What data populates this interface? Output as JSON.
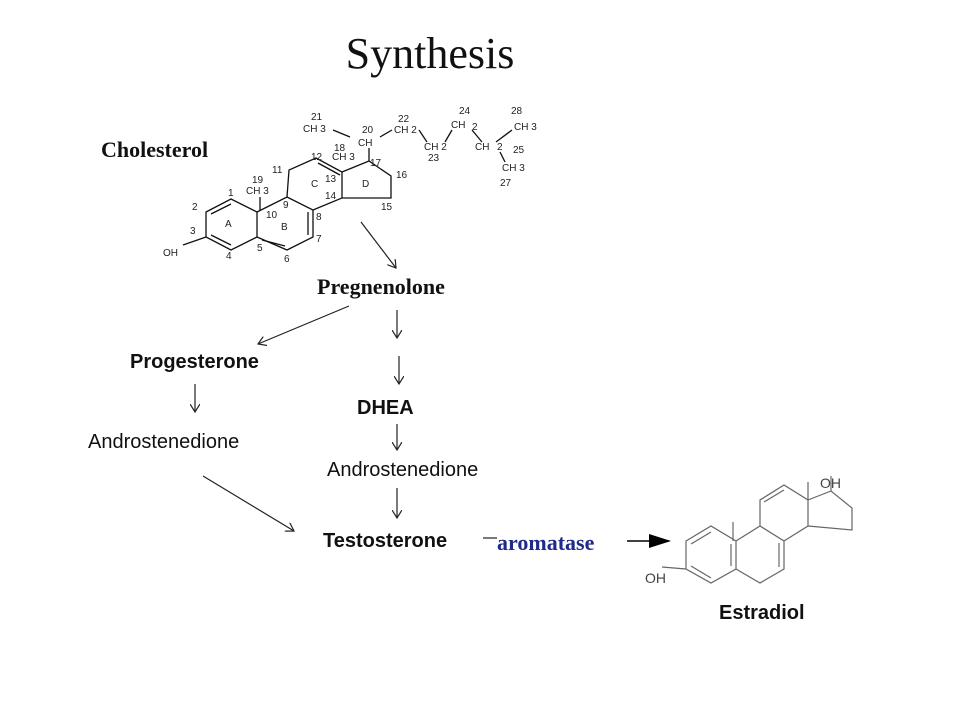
{
  "title": "Synthesis",
  "compounds": {
    "cholesterol": "Cholesterol",
    "pregnenolone": "Pregnenolone",
    "progesterone": "Progesterone",
    "dhea": "DHEA",
    "androstenedione_left": "Androstenedione",
    "androstenedione_right": "Androstenedione",
    "testosterone": "Testosterone",
    "estradiol": "Estradiol"
  },
  "enzyme": {
    "aromatase": "aromatase"
  },
  "cholesterol_structure": {
    "ring_labels": [
      "A",
      "B",
      "C",
      "D"
    ],
    "atom_numbers": [
      "1",
      "2",
      "3",
      "4",
      "5",
      "6",
      "7",
      "8",
      "9",
      "10",
      "11",
      "12",
      "13",
      "14",
      "15",
      "16",
      "17",
      "18",
      "19",
      "20",
      "21",
      "22",
      "23",
      "24",
      "25",
      "27",
      "28"
    ],
    "groups": {
      "ch3_21": "CH 3",
      "ch_20": "CH",
      "ch2_22": "CH 2",
      "ch2_23": "CH 2",
      "ch_24": "CH",
      "ch3_28": "CH 3",
      "ch_25": "CH",
      "ch3_27": "CH 3",
      "ch3_18": "CH 3",
      "ch3_19": "CH 3",
      "oh": "OH"
    }
  },
  "estradiol_structure": {
    "oh_top": "OH",
    "oh_left": "OH"
  },
  "colors": {
    "text": "#111111",
    "enzyme": "#1f2a8a",
    "structure_grey": "#666666"
  }
}
